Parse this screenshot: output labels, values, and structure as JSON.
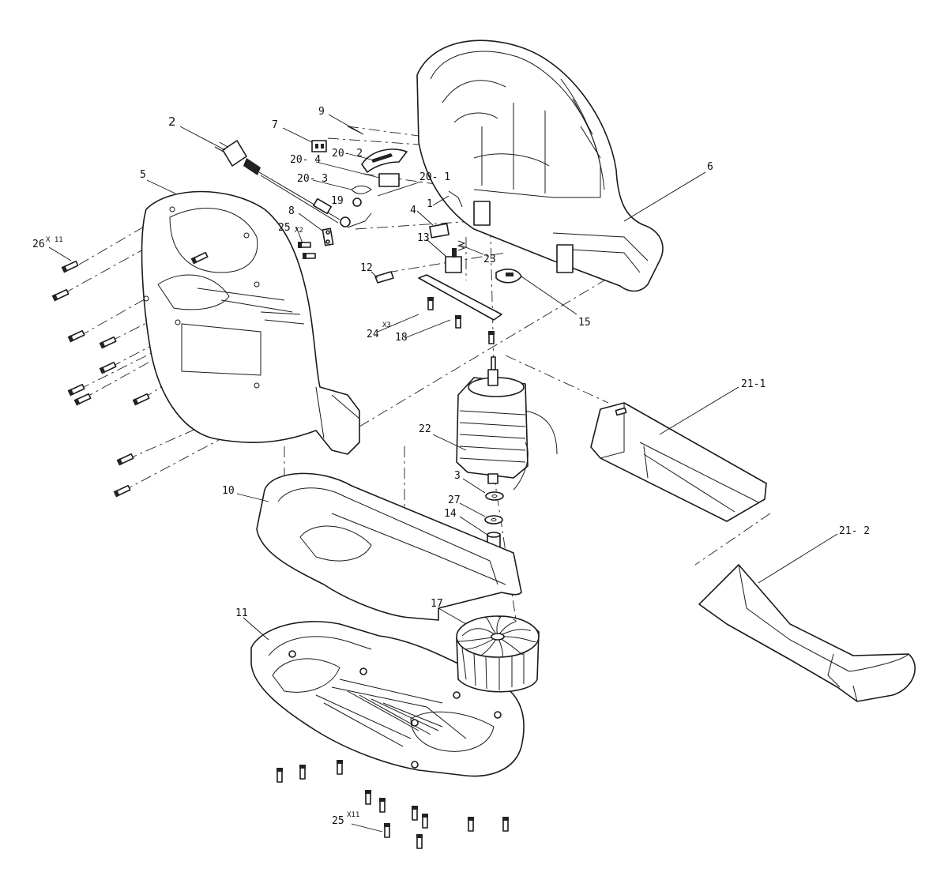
{
  "diagram": {
    "labels": [
      {
        "id": "p2",
        "text": "2"
      },
      {
        "id": "p7",
        "text": "7"
      },
      {
        "id": "p9",
        "text": "9"
      },
      {
        "id": "p20_2",
        "text": "20- 2"
      },
      {
        "id": "p20_4",
        "text": "20- 4"
      },
      {
        "id": "p20_3",
        "text": "20- 3"
      },
      {
        "id": "p20_1",
        "text": "20- 1"
      },
      {
        "id": "p19",
        "text": "19"
      },
      {
        "id": "p1",
        "text": "1"
      },
      {
        "id": "p4",
        "text": "4"
      },
      {
        "id": "p13",
        "text": "13"
      },
      {
        "id": "p23",
        "text": "23"
      },
      {
        "id": "p12",
        "text": "12"
      },
      {
        "id": "p15",
        "text": "15"
      },
      {
        "id": "p24",
        "text": "24"
      },
      {
        "id": "p18",
        "text": "18"
      },
      {
        "id": "p8",
        "text": "8"
      },
      {
        "id": "p25a",
        "text": "25"
      },
      {
        "id": "p5",
        "text": "5"
      },
      {
        "id": "p26",
        "text": "26"
      },
      {
        "id": "p6",
        "text": "6"
      },
      {
        "id": "p22",
        "text": "22"
      },
      {
        "id": "p3",
        "text": "3"
      },
      {
        "id": "p27",
        "text": "27"
      },
      {
        "id": "p14",
        "text": "14"
      },
      {
        "id": "p10",
        "text": "10"
      },
      {
        "id": "p17",
        "text": "17"
      },
      {
        "id": "p11",
        "text": "11"
      },
      {
        "id": "p21_1",
        "text": "21-1"
      },
      {
        "id": "p21_2",
        "text": "21- 2"
      },
      {
        "id": "p25b",
        "text": "25"
      }
    ],
    "multipliers": {
      "p26": "X 11",
      "p25a": "X2",
      "p24": "X3",
      "p25b": "X11"
    }
  }
}
